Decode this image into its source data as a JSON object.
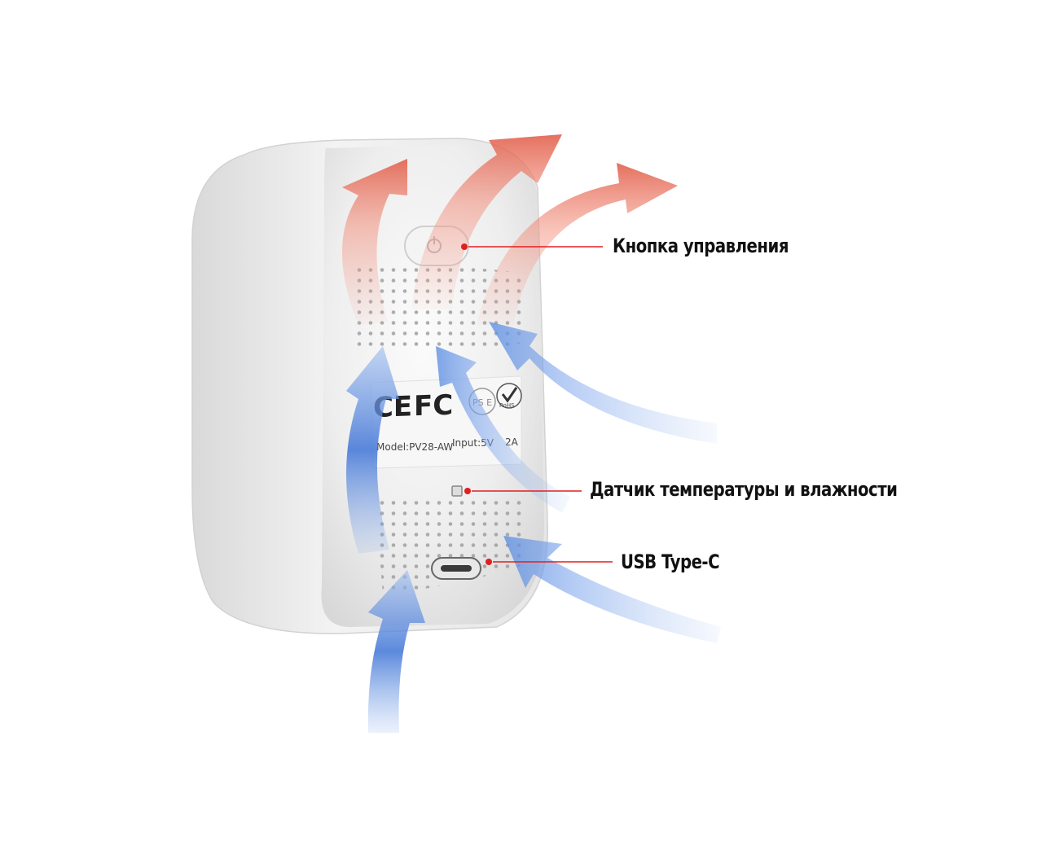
{
  "callouts": {
    "control_button": "Кнопка управления",
    "temp_humidity_sensor": "Датчик температуры и влажности",
    "usb_port": "USB Type-C"
  },
  "device_label": {
    "model": "Model:PV28-AW",
    "input": "Input:5V",
    "current": "2A",
    "ce_mark": "CE",
    "fcc_mark": "FC",
    "pse_mark": "PS E",
    "rohs_mark": "RoHS"
  },
  "colors": {
    "callout_line": "#e02020",
    "callout_dot": "#e02020",
    "warm_airflow": "#f08070",
    "cool_airflow": "#5b8fe0",
    "device_body": "#ececec"
  },
  "icons": {
    "power": "power-icon"
  }
}
